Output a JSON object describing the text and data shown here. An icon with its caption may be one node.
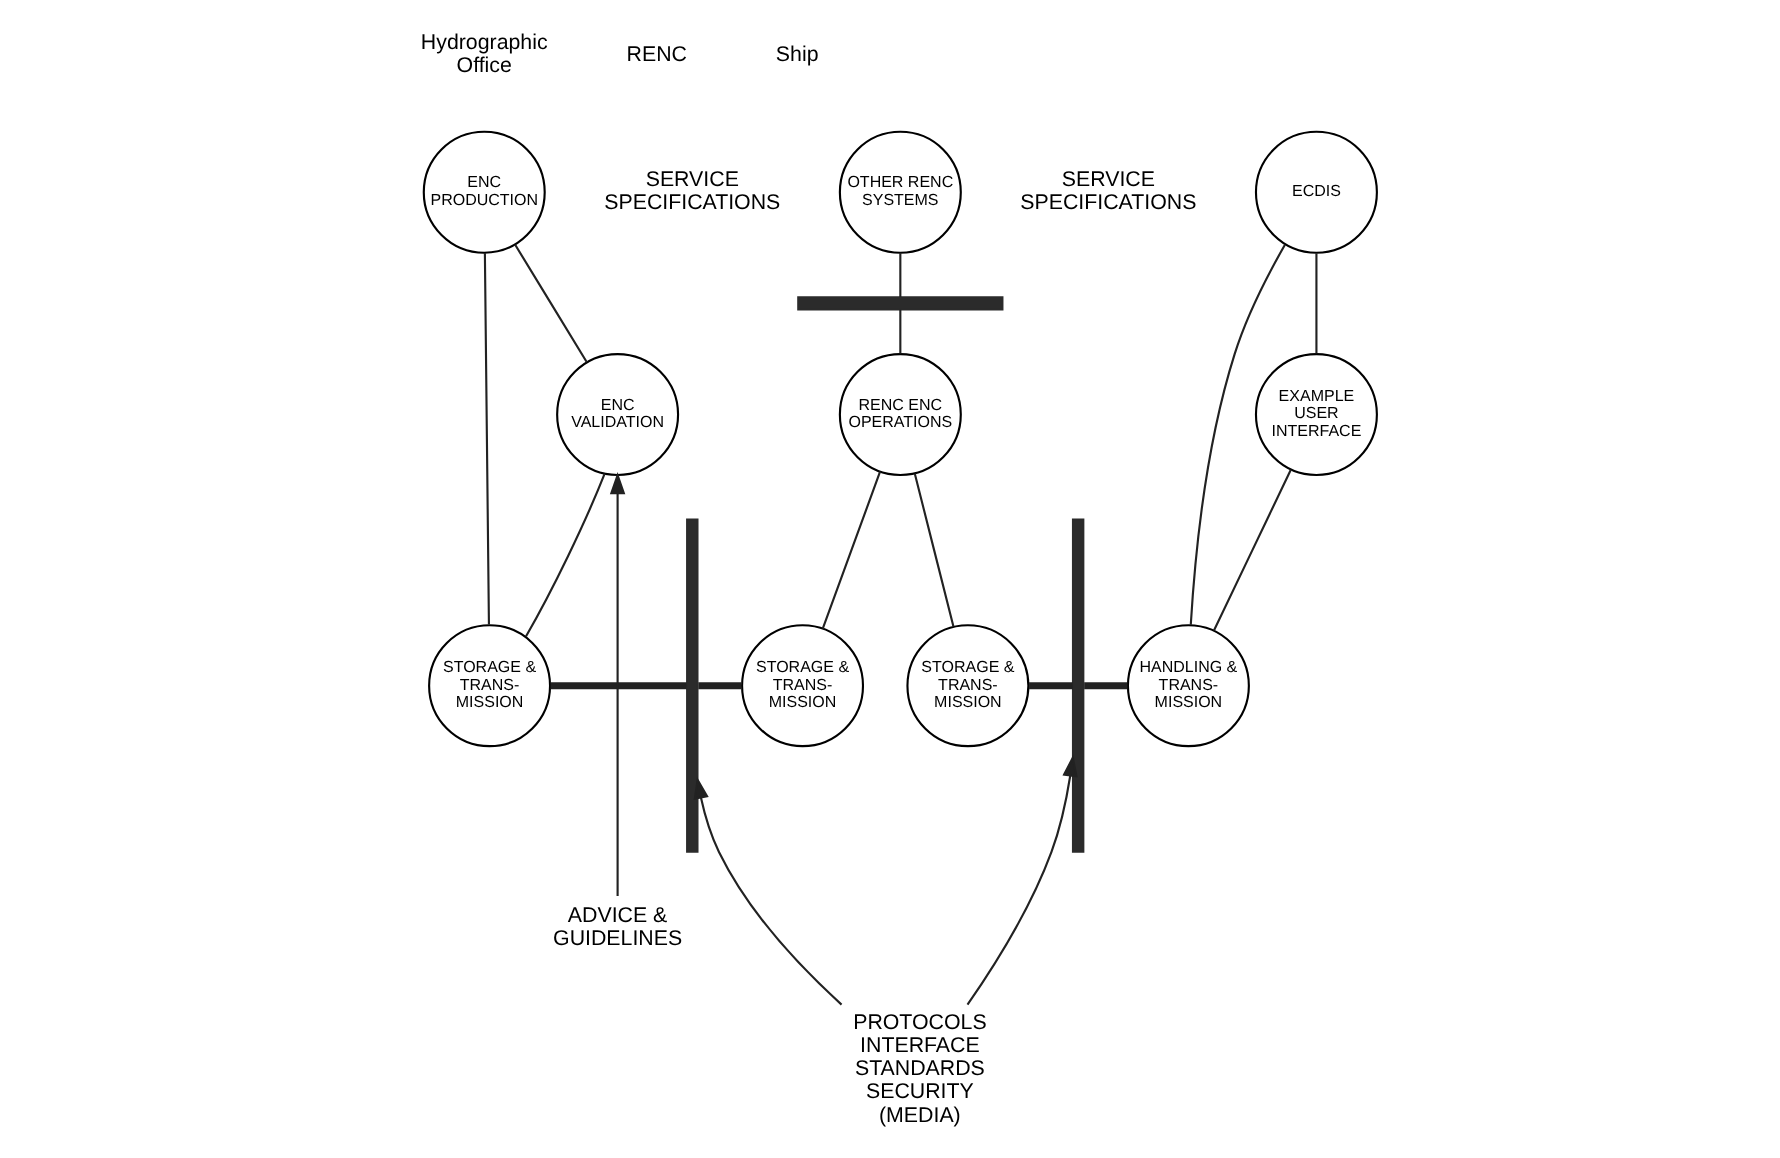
{
  "diagram": {
    "nodes": [
      {
        "text": [
          "ENC PRODUCTION"
        ]
      },
      {
        "text": [
          "ENC VALIDATION"
        ]
      },
      {
        "text": [
          "STORAGE & TRANS- MISSION"
        ]
      },
      {
        "text": [],
        "shape": "bar"
      },
      {
        "text": [
          "STORAGE & TRANS- MISSION"
        ]
      },
      {
        "text": [
          "OTHER RENC SYSTEMS"
        ]
      },
      {
        "text": [],
        "shape": "bar"
      },
      {
        "text": [
          "RENC ENC OPERATIONS"
        ]
      },
      {
        "text": [
          "STORAGE & TRANS- MISSION"
        ]
      },
      {
        "text": [],
        "shape": "bar"
      },
      {
        "text": [
          "HANDLING & TRANS- MISSION"
        ]
      },
      {
        "text": [
          "ECDIS"
        ]
      },
      {
        "text": [
          "EXAMPLE USER INTERFACE"
        ]
      },
      {
        "text": [
          "ADVICE & GUIDELINES"
        ]
      },
      {
        "text": [
          "PROTOCOLS INTERFACE STANDARDS SECURITY (MEDIA)"
        ]
      }
    ],
    "edges": [
      {
        "from": 0,
        "to": 1,
        "arrow": "none"
      },
      {
        "from": 0,
        "to": 2,
        "arrow": "none"
      },
      {
        "from": 1,
        "to": 2,
        "arrow": "none"
      },
      {
        "from": 2,
        "to": 3,
        "arrow": "none",
        "style": "thick"
      },
      {
        "from": 3,
        "to": 4,
        "arrow": "none",
        "style": "thick"
      },
      {
        "from": 5,
        "to": 6,
        "arrow": "none"
      },
      {
        "from": 6,
        "to": 7,
        "arrow": "none"
      },
      {
        "from": 7,
        "to": 4,
        "arrow": "none"
      },
      {
        "from": 7,
        "to": 8,
        "arrow": "none"
      },
      {
        "from": 8,
        "to": 9,
        "arrow": "none",
        "style": "thick"
      },
      {
        "from": 9,
        "to": 10,
        "arrow": "none",
        "style": "thick"
      },
      {
        "from": 11,
        "to": 10,
        "arrow": "none"
      },
      {
        "from": 11,
        "to": 12,
        "arrow": "none"
      },
      {
        "from": 12,
        "to": 10,
        "arrow": "none"
      },
      {
        "from": 13,
        "to": 1,
        "arrow": "to"
      },
      {
        "from": 14,
        "to": 3,
        "arrow": "to"
      },
      {
        "from": 14,
        "to": 9,
        "arrow": "to"
      }
    ],
    "labels": [
      "Hydrographic Office",
      "RENC",
      "Ship",
      "SERVICE SPECIFICATIONS",
      "SERVICE SPECIFICATIONS"
    ]
  }
}
